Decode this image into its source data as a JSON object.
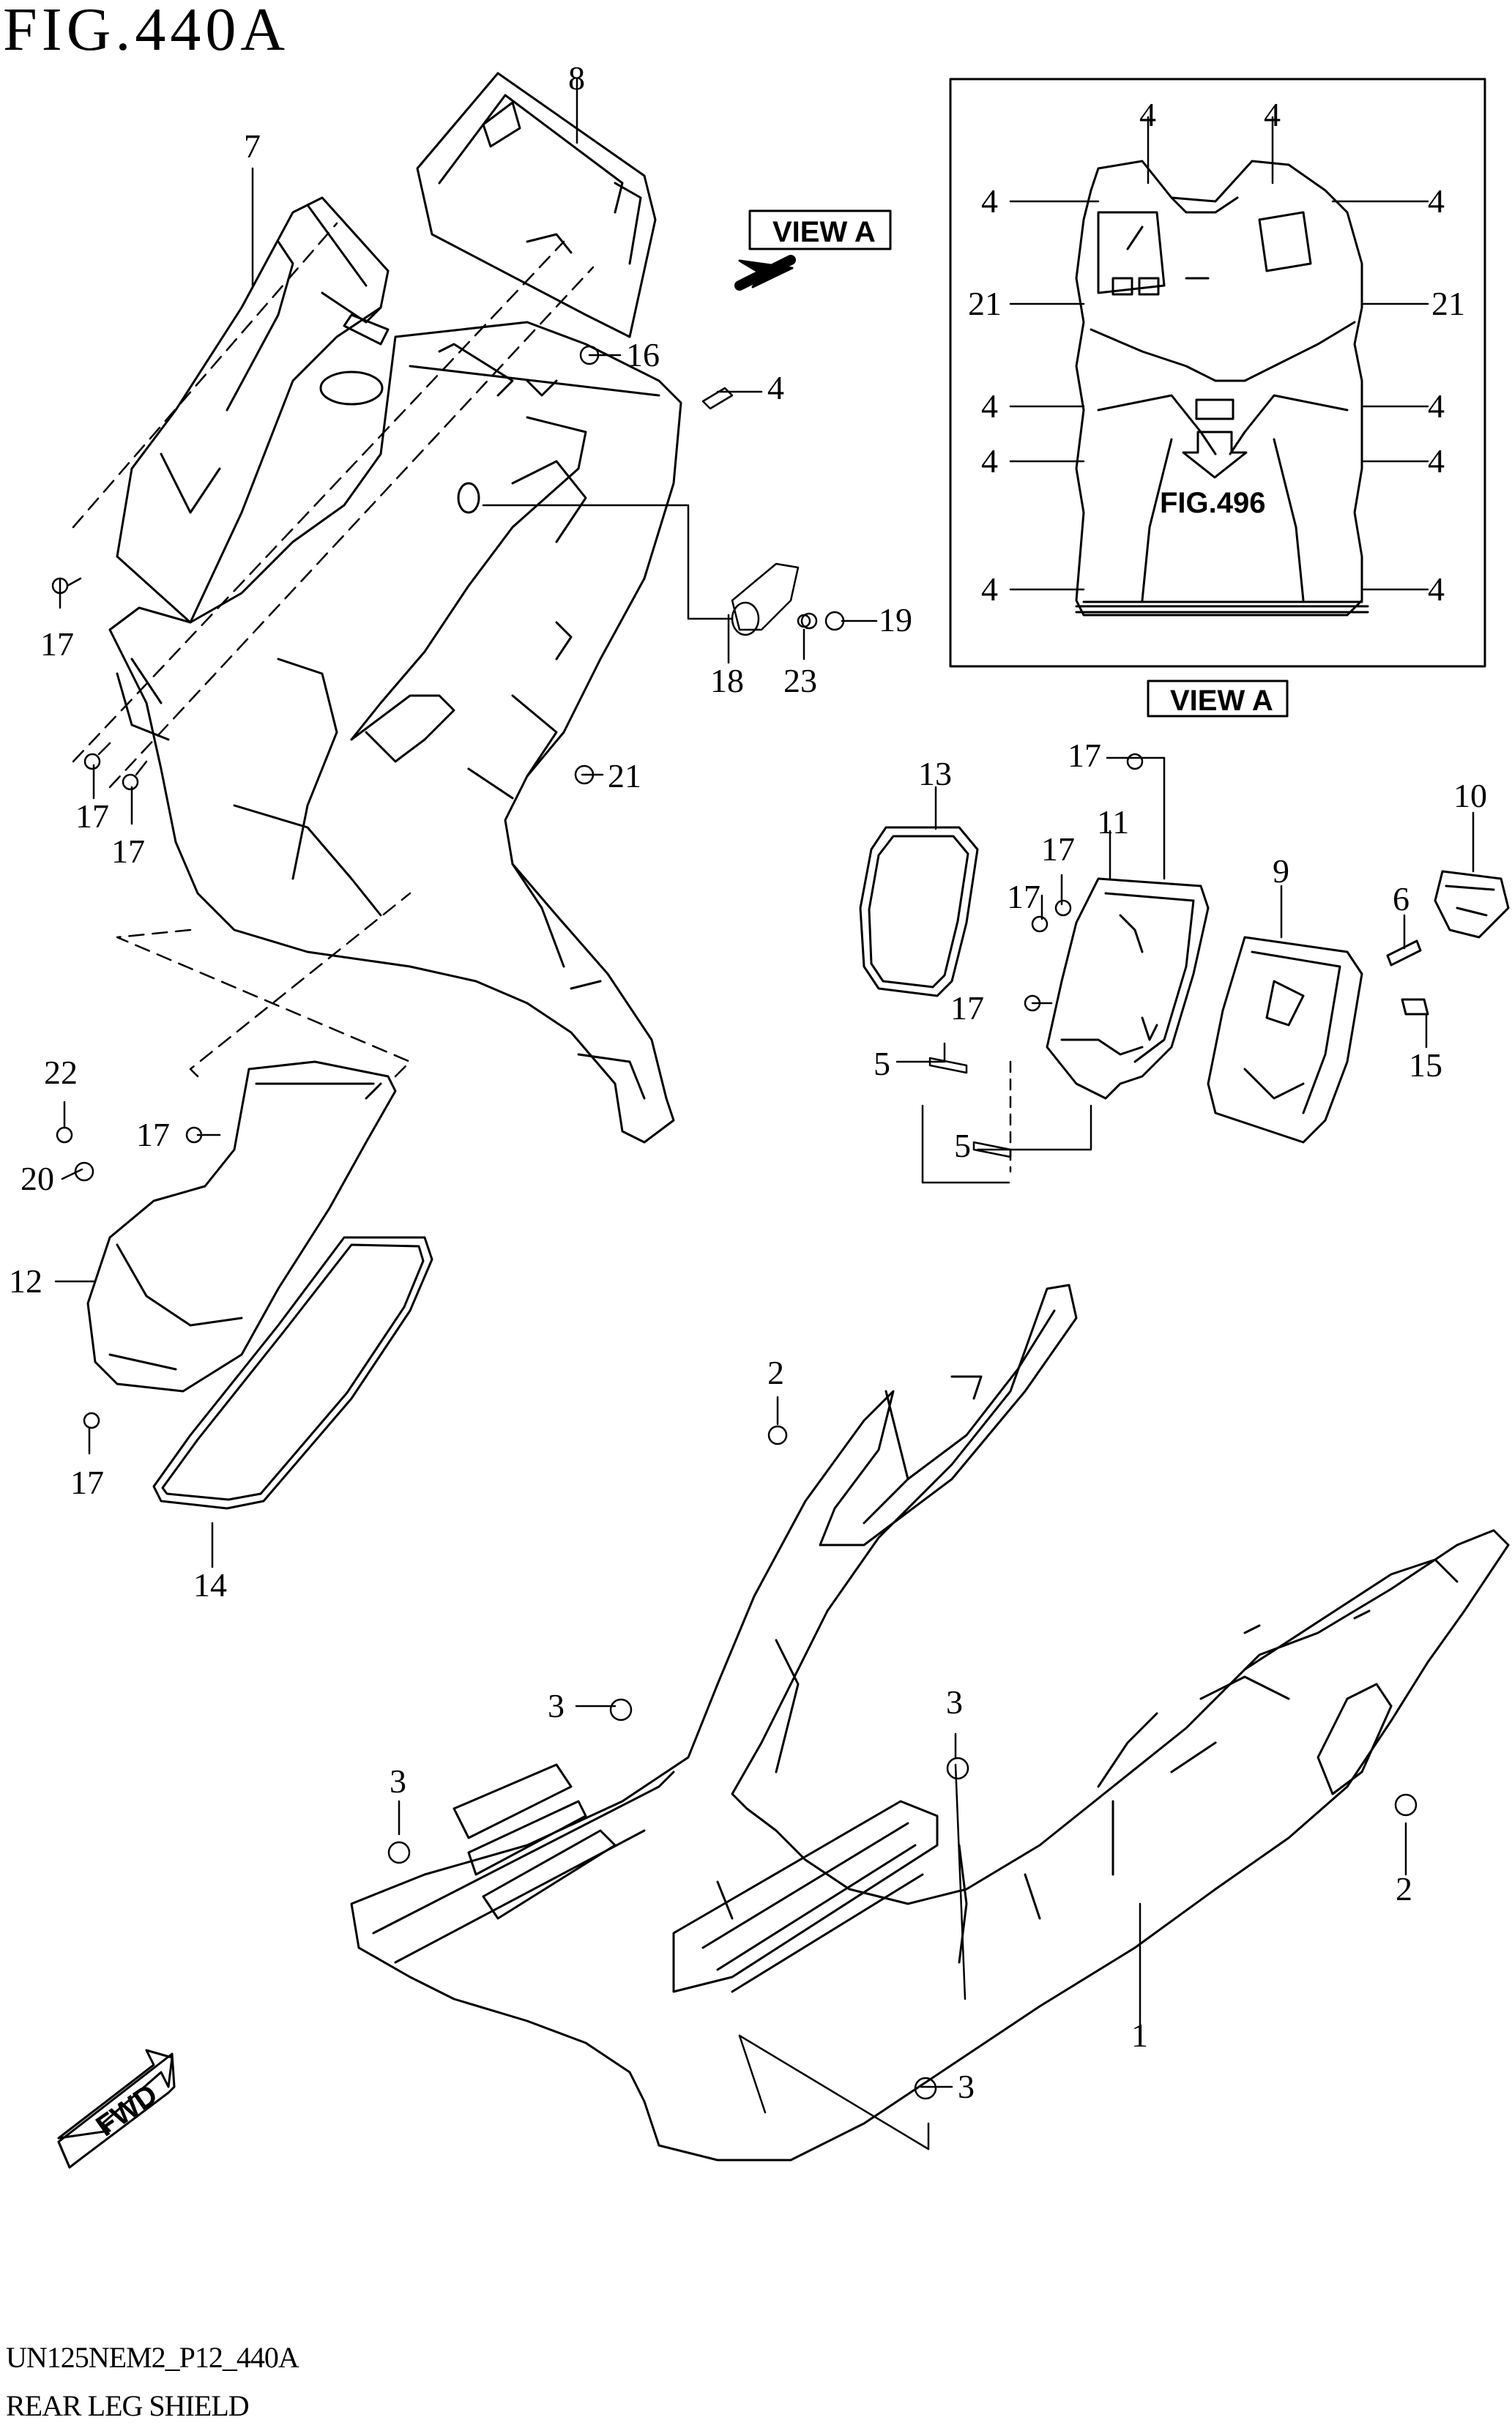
{
  "figure": {
    "title": "FIG.440A"
  },
  "footer": {
    "code": "UN125NEM2_P12_440A",
    "name": "REAR LEG SHIELD"
  },
  "view": {
    "label": "VIEW A",
    "inset_label": "VIEW A",
    "ref_label": "FIG.496"
  },
  "fwd": {
    "label": "FWD"
  },
  "callouts": [
    {
      "id": "8",
      "text": "8"
    },
    {
      "id": "7",
      "text": "7"
    },
    {
      "id": "16",
      "text": "16"
    },
    {
      "id": "4a",
      "text": "4"
    },
    {
      "id": "17a",
      "text": "17"
    },
    {
      "id": "18",
      "text": "18"
    },
    {
      "id": "23",
      "text": "23"
    },
    {
      "id": "19",
      "text": "19"
    },
    {
      "id": "21a",
      "text": "21"
    },
    {
      "id": "17b",
      "text": "17"
    },
    {
      "id": "17c",
      "text": "17"
    },
    {
      "id": "v4a",
      "text": "4"
    },
    {
      "id": "v4b",
      "text": "4"
    },
    {
      "id": "v4c",
      "text": "4"
    },
    {
      "id": "v4d",
      "text": "4"
    },
    {
      "id": "v21a",
      "text": "21"
    },
    {
      "id": "v21b",
      "text": "21"
    },
    {
      "id": "v4e",
      "text": "4"
    },
    {
      "id": "v4f",
      "text": "4"
    },
    {
      "id": "v4g",
      "text": "4"
    },
    {
      "id": "v4h",
      "text": "4"
    },
    {
      "id": "v4i",
      "text": "4"
    },
    {
      "id": "v4j",
      "text": "4"
    },
    {
      "id": "13",
      "text": "13"
    },
    {
      "id": "17d",
      "text": "17"
    },
    {
      "id": "11",
      "text": "11"
    },
    {
      "id": "17e",
      "text": "17"
    },
    {
      "id": "17f",
      "text": "17"
    },
    {
      "id": "17g",
      "text": "17"
    },
    {
      "id": "9",
      "text": "9"
    },
    {
      "id": "10",
      "text": "10"
    },
    {
      "id": "6",
      "text": "6"
    },
    {
      "id": "15",
      "text": "15"
    },
    {
      "id": "5a",
      "text": "5"
    },
    {
      "id": "5b",
      "text": "5"
    },
    {
      "id": "22",
      "text": "22"
    },
    {
      "id": "17h",
      "text": "17"
    },
    {
      "id": "20",
      "text": "20"
    },
    {
      "id": "12",
      "text": "12"
    },
    {
      "id": "17i",
      "text": "17"
    },
    {
      "id": "14",
      "text": "14"
    },
    {
      "id": "2a",
      "text": "2"
    },
    {
      "id": "3a",
      "text": "3"
    },
    {
      "id": "3b",
      "text": "3"
    },
    {
      "id": "3c",
      "text": "3"
    },
    {
      "id": "2b",
      "text": "2"
    },
    {
      "id": "1",
      "text": "1"
    },
    {
      "id": "3d",
      "text": "3"
    }
  ]
}
